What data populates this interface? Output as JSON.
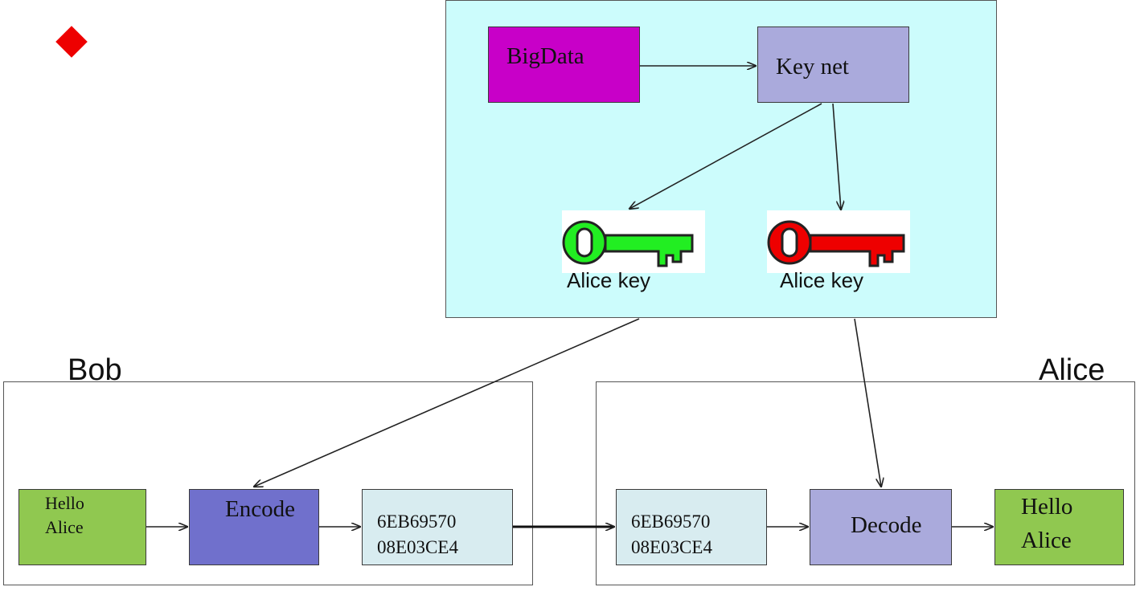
{
  "colors": {
    "bullet": "#ee0000",
    "panel_bg": "#ccfcfc",
    "bigdata": "#c800c8",
    "keynet": "#aaaadc",
    "plaintext": "#90c850",
    "encode": "#7070cc",
    "cipher": "#d8ecf0",
    "decode": "#aaaadc",
    "key_green": "#22ee22",
    "key_red": "#ee0000"
  },
  "panel": {
    "bigdata": "BigData",
    "keynet": "Key net",
    "key_left_label": "Alice key",
    "key_right_label": "Alice key"
  },
  "bob": {
    "title": "Bob",
    "plaintext": "Hello\nAlice",
    "encode": "Encode",
    "ciphertext": "6EB69570\n08E03CE4"
  },
  "alice": {
    "title": "Alice",
    "ciphertext": "6EB69570\n08E03CE4",
    "decode": "Decode",
    "plaintext": "Hello\nAlice"
  }
}
